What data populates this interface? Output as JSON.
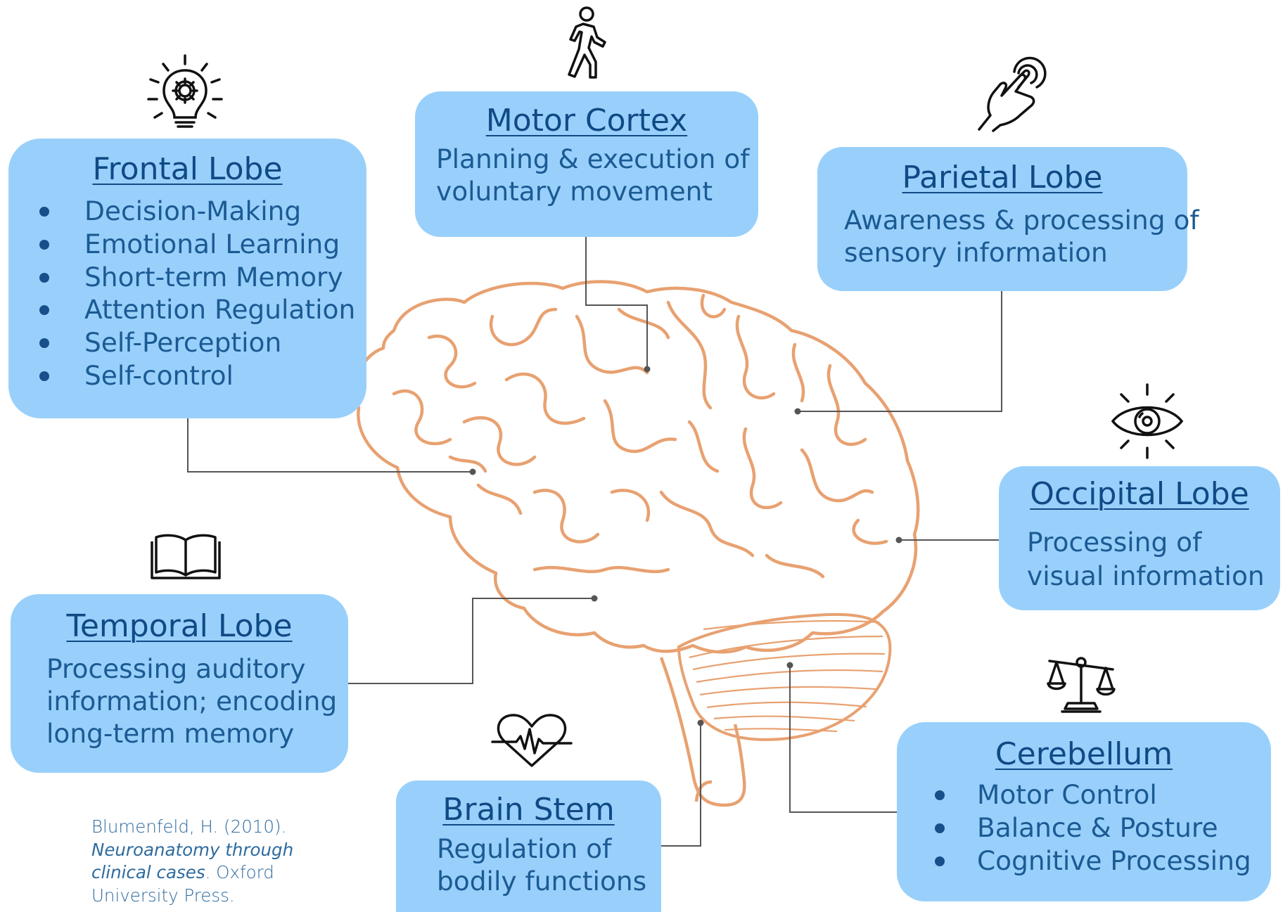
{
  "lobes": {
    "frontal": {
      "title": "Frontal Lobe",
      "items": [
        "Decision-Making",
        "Emotional Learning",
        "Short-term Memory",
        "Attention Regulation",
        "Self-Perception",
        "Self-control"
      ],
      "icon": "lightbulb-gear-icon"
    },
    "motor": {
      "title": "Motor Cortex",
      "lines": [
        "Planning & execution of",
        "voluntary movement"
      ],
      "icon": "walking-person-icon"
    },
    "parietal": {
      "title": "Parietal Lobe",
      "lines": [
        "Awareness & processing of",
        "sensory information"
      ],
      "icon": "hand-touch-icon"
    },
    "occipital": {
      "title": "Occipital Lobe",
      "lines": [
        "Processing of",
        "visual information"
      ],
      "icon": "eye-icon"
    },
    "temporal": {
      "title": "Temporal Lobe",
      "lines": [
        "Processing auditory",
        "information; encoding",
        "long-term memory"
      ],
      "icon": "open-book-icon"
    },
    "brainstem": {
      "title": "Brain Stem",
      "lines": [
        "Regulation of",
        "bodily functions"
      ],
      "icon": "heartbeat-icon"
    },
    "cerebellum": {
      "title": "Cerebellum",
      "items": [
        "Motor Control",
        "Balance & Posture",
        "Cognitive Processing"
      ],
      "icon": "balance-scale-icon"
    }
  },
  "citation": {
    "line1": "Blumenfeld, H. (2010).",
    "line2_italic": "Neuroanatomy through",
    "line3_italic": "clinical cases",
    "line3_rest": ". Oxford",
    "line4": "University Press."
  },
  "colors": {
    "box_fill": "#99d0fb",
    "title_text": "#0f4a85",
    "body_text": "#1b5a93",
    "brain_outline": "#e8a171",
    "connector": "#555555"
  }
}
